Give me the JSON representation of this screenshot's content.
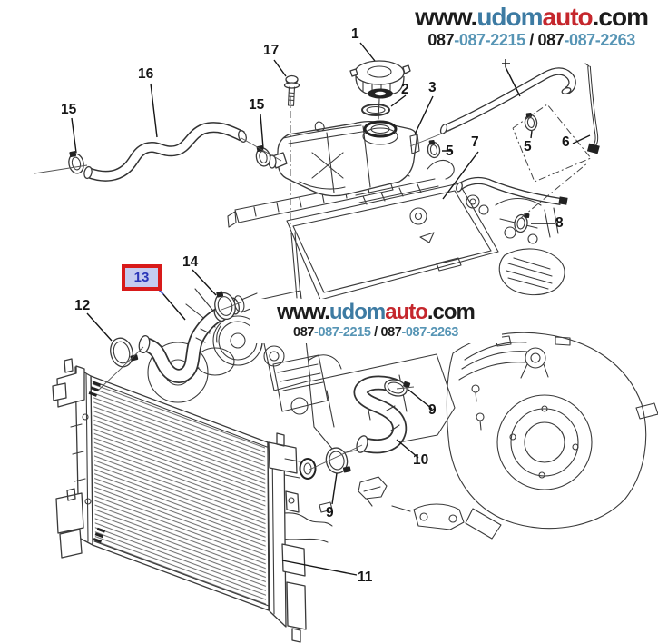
{
  "watermark": {
    "www": "www.",
    "udom": "udom",
    "auto": "auto",
    "com": ".com",
    "phone_a_black": "087",
    "phone_a_blue": "-087-2215",
    "separator": " / ",
    "phone_b_black": "087",
    "phone_b_blue": "-087-2263",
    "colors": {
      "brand_blue": "#3d7ba3",
      "brand_red": "#c5272d",
      "phone_blue": "#5795b5",
      "ink": "#1c1c1c"
    }
  },
  "callouts": {
    "c1": "1",
    "c2": "2",
    "c3": "3",
    "c5a": "5",
    "c5b": "5",
    "c6": "6",
    "c7": "7",
    "c8": "8",
    "c9a": "9",
    "c9b": "9",
    "c10": "10",
    "c11": "11",
    "c12": "12",
    "c14": "14",
    "c15a": "15",
    "c15b": "15",
    "c16": "16",
    "c17": "17"
  },
  "highlight": {
    "number": "13",
    "border_color": "#d81a1a",
    "fill_color": "#c4ccf0",
    "text_color": "#2a36b8"
  }
}
